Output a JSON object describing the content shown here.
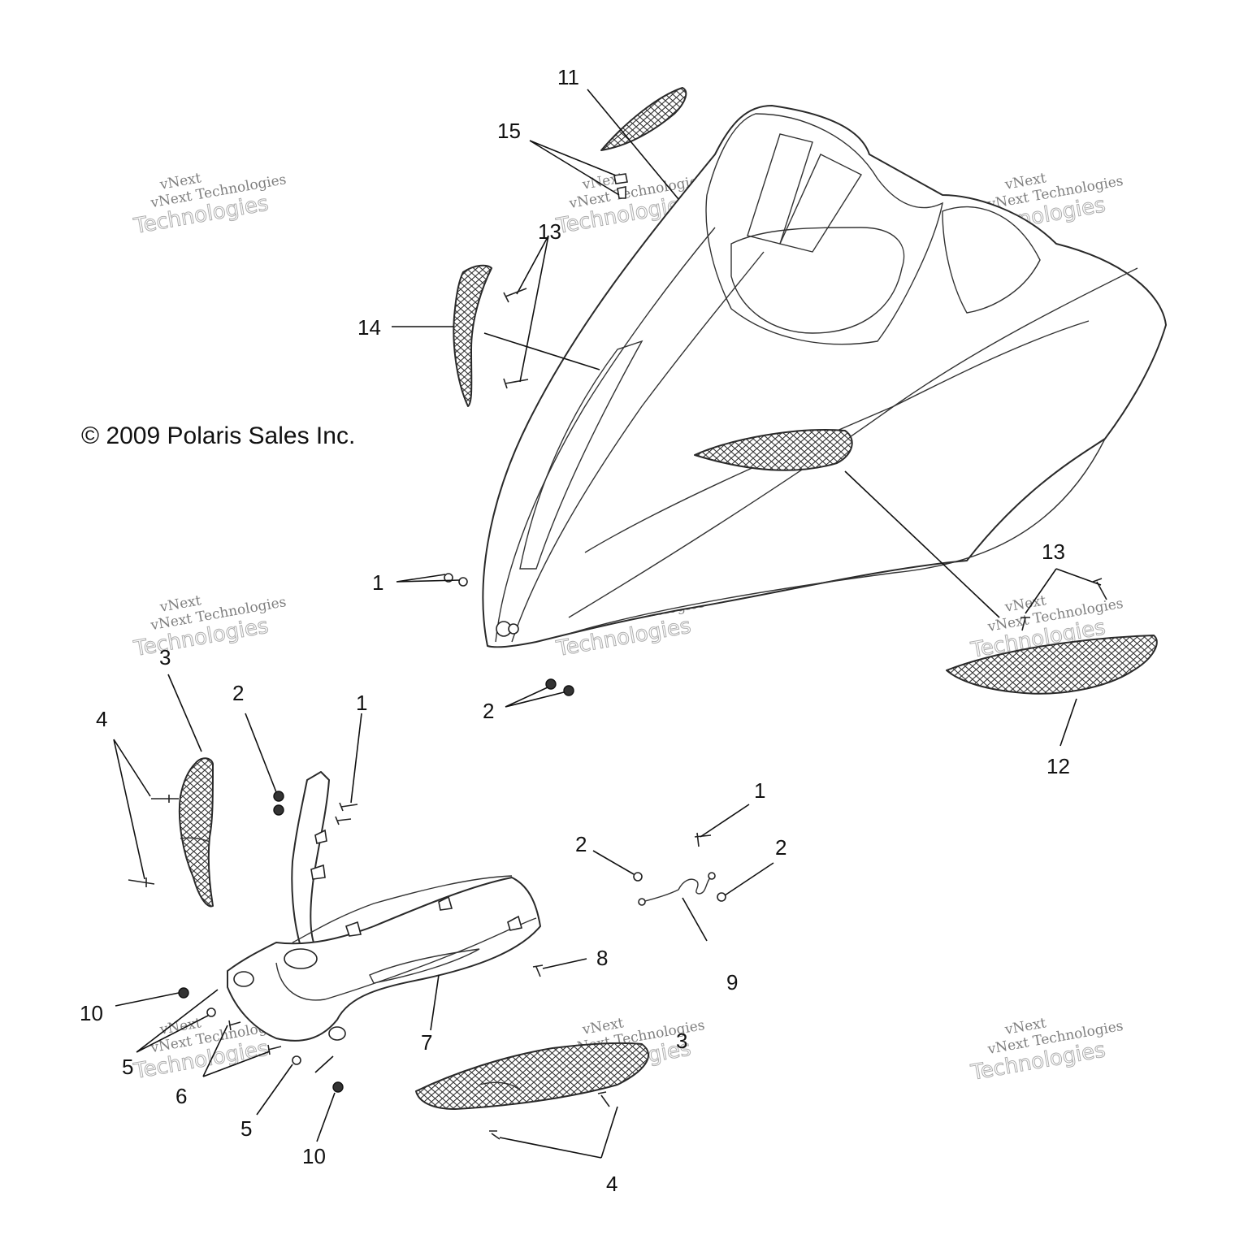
{
  "copyright": "© 2009 Polaris Sales Inc.",
  "watermark": {
    "brand": "vNext",
    "line": "vNext Technologies",
    "big": "Technologies"
  },
  "callouts": {
    "c1a": "1",
    "c1b": "1",
    "c1c": "1",
    "c2a": "2",
    "c2b": "2",
    "c2c": "2",
    "c2d": "2",
    "c3a": "3",
    "c3b": "3",
    "c4a": "4",
    "c4b": "4",
    "c5a": "5",
    "c5b": "5",
    "c6": "6",
    "c7": "7",
    "c8": "8",
    "c9": "9",
    "c10a": "10",
    "c10b": "10",
    "c11": "11",
    "c12": "12",
    "c13a": "13",
    "c13b": "13",
    "c14": "14",
    "c15": "15"
  }
}
